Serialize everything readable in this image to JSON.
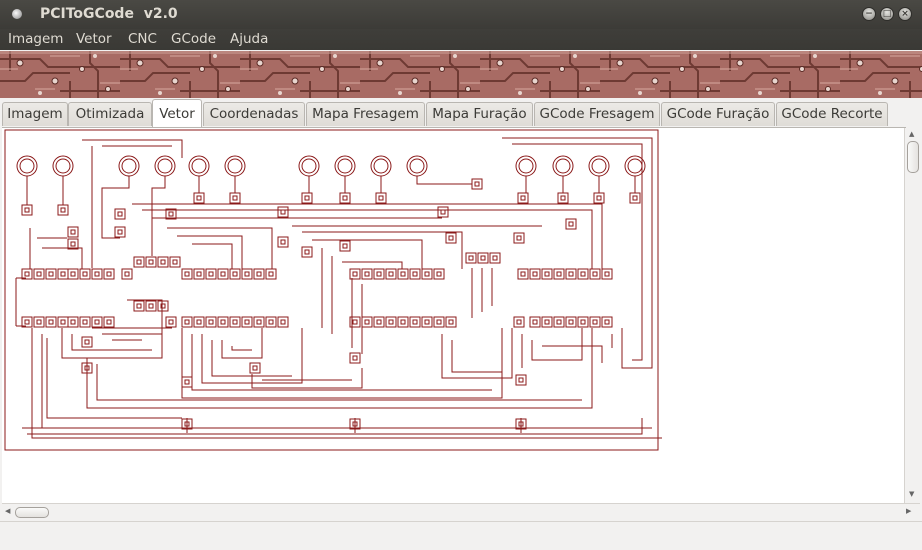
{
  "window": {
    "title": "PCIToGCode  v2.0",
    "controls": [
      "minimize",
      "maximize",
      "close"
    ]
  },
  "menu": {
    "items": [
      "Imagem",
      "Vetor",
      "CNC",
      "GCode",
      "Ajuda"
    ]
  },
  "tabs": {
    "items": [
      "Imagem",
      "Otimizada",
      "Vetor",
      "Coordenadas",
      "Mapa Fresagem",
      "Mapa Furação",
      "GCode Fresagem",
      "GCode Furação",
      "GCode Recorte"
    ],
    "active": "Vetor"
  },
  "icons": {
    "app": "app-icon",
    "minimize": "minimize-icon",
    "maximize": "maximize-icon",
    "close": "close-icon",
    "scroll_up": "arrow-up-icon",
    "scroll_down": "arrow-down-icon",
    "scroll_left": "arrow-left-icon",
    "scroll_right": "arrow-right-icon"
  },
  "colors": {
    "titlebar": "#3c3b37",
    "title_text": "#dfdbd2",
    "trace": "#8b1a1a",
    "canvas": "#ffffff",
    "banner_base": "#a86b64"
  }
}
